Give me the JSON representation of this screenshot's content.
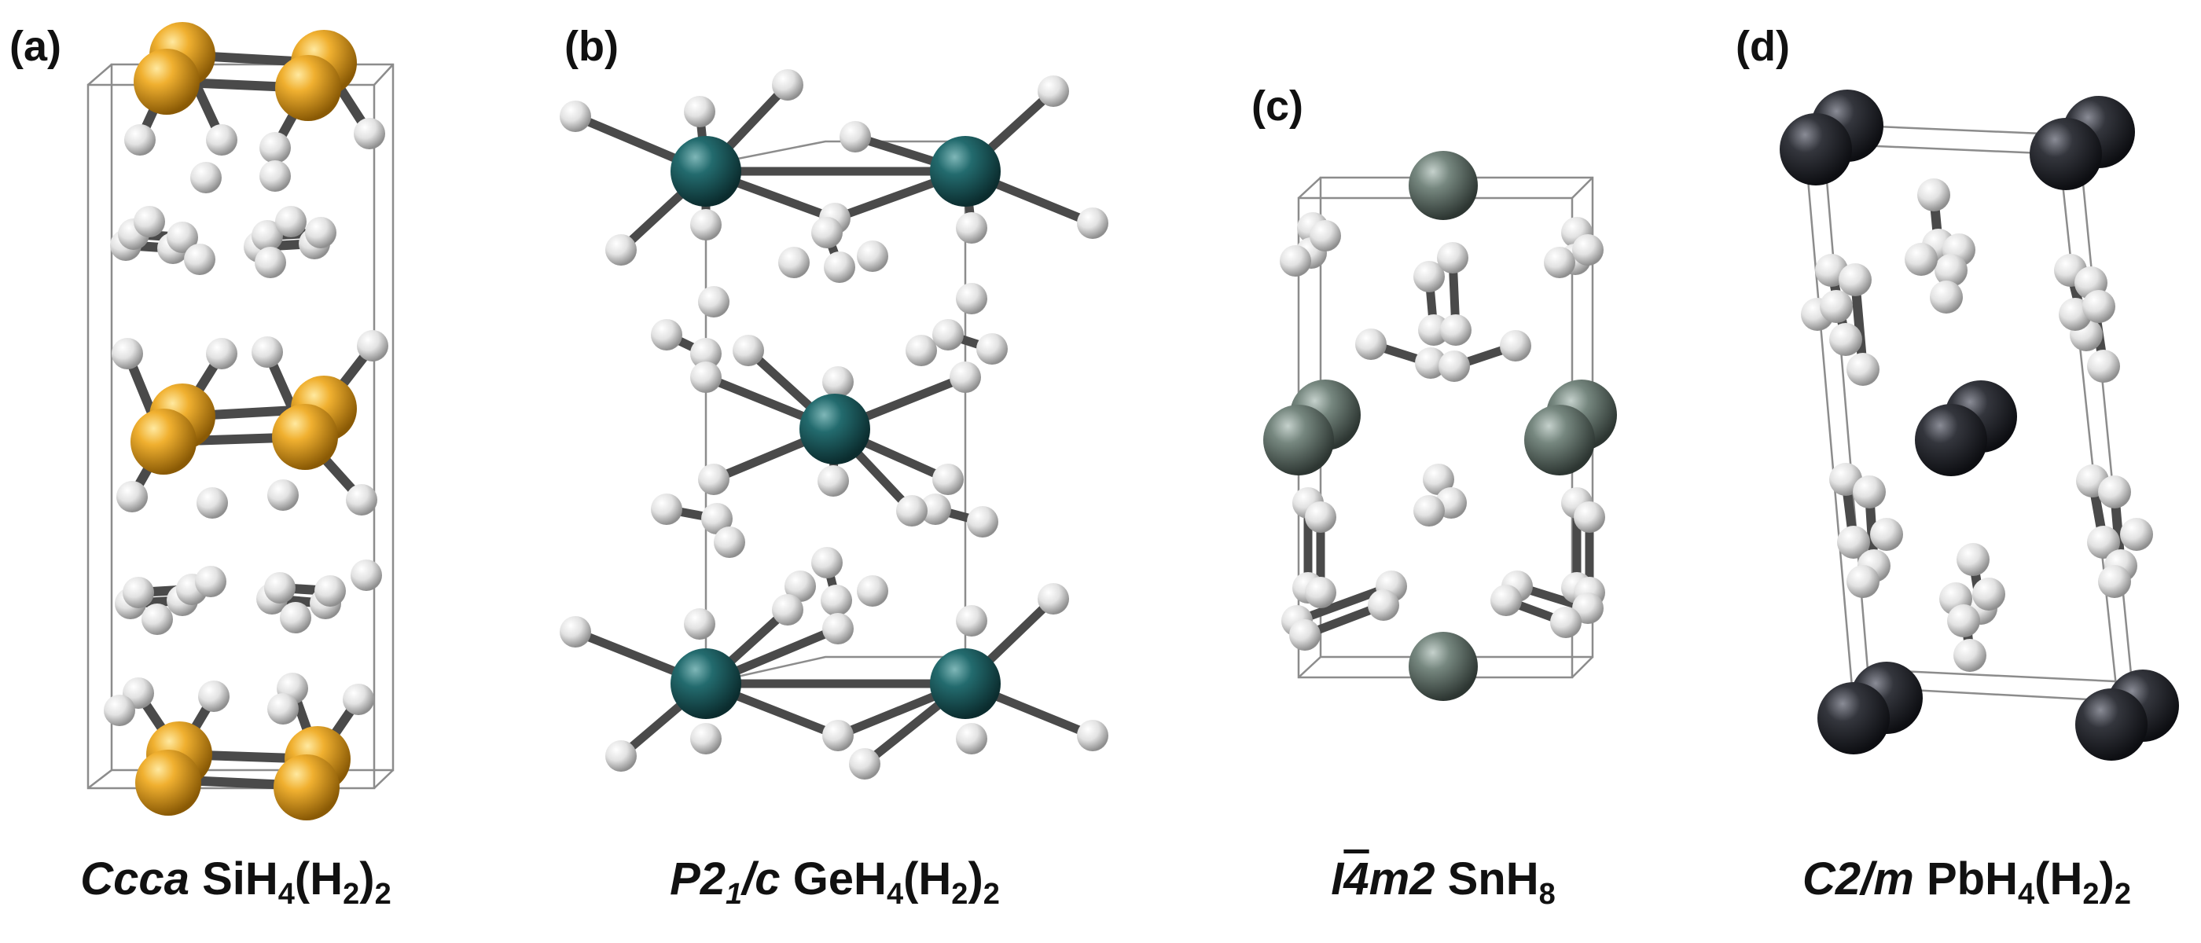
{
  "colors": {
    "Si": "#e0a020",
    "Ge": "#1f6063",
    "Sn": "#6b7d76",
    "Pb": "#2e2f36",
    "H": "#e8e8e8",
    "bond": "#4a4a4a",
    "cell": "#8c8c8c"
  },
  "panels": [
    {
      "label": "(a)",
      "space_group": "Ccca",
      "formula_main": "SiH",
      "formula_sub1": "4",
      "formula_mid": "(H",
      "formula_sub2": "2",
      "formula_end": ")",
      "formula_sub3": "2"
    },
    {
      "label": "(b)",
      "space_group_pre": "P2",
      "space_group_sub": "1",
      "space_group_post": "/c",
      "formula_main": "GeH",
      "formula_sub1": "4",
      "formula_mid": "(H",
      "formula_sub2": "2",
      "formula_end": ")",
      "formula_sub3": "2"
    },
    {
      "label": "(c)",
      "space_group_i": "I",
      "space_group_bar": "4",
      "space_group_post": "m2",
      "formula_main": "SnH",
      "formula_sub1": "8"
    },
    {
      "label": "(d)",
      "space_group": "C2/m",
      "formula_main": "PbH",
      "formula_sub1": "4",
      "formula_mid": "(H",
      "formula_sub2": "2",
      "formula_end": ")",
      "formula_sub3": "2"
    }
  ]
}
